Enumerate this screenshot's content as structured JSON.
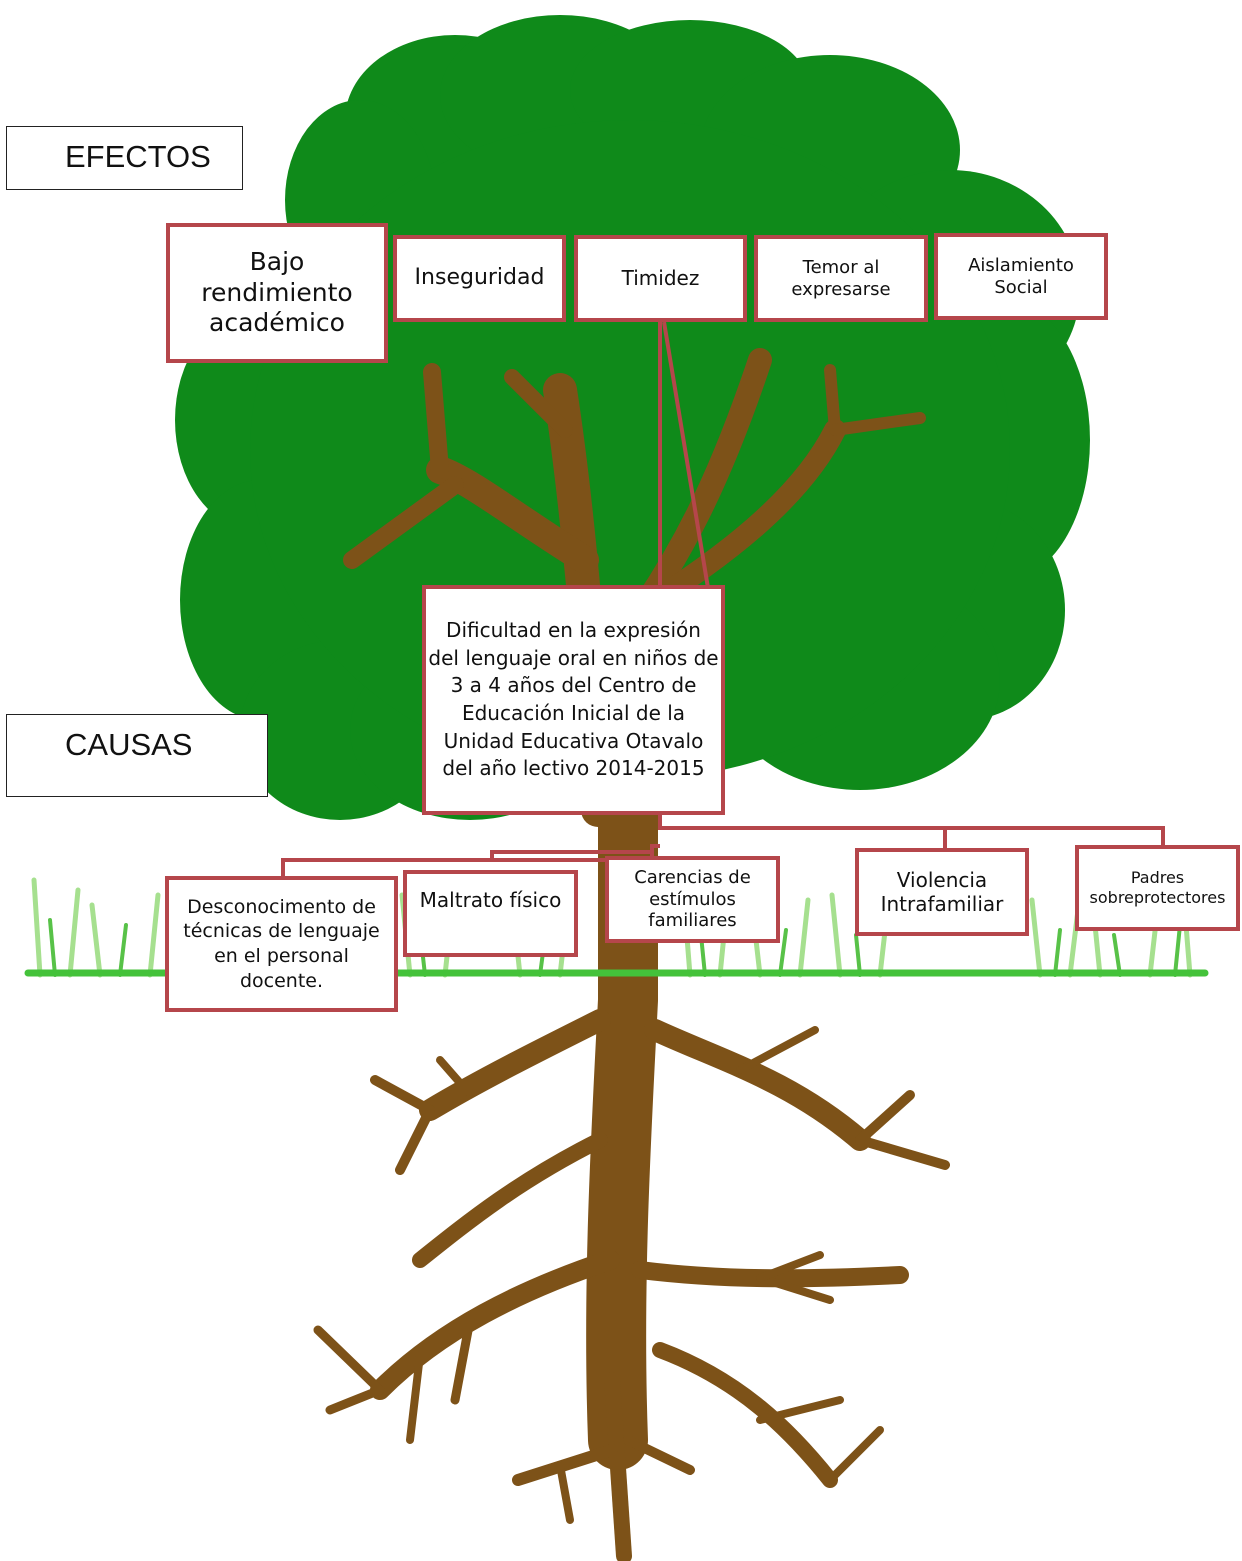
{
  "labels": {
    "effects_header": "EFECTOS",
    "causes_header": "CAUSAS"
  },
  "central_problem": "Dificultad en la expresión del  lenguaje oral en niños de 3 a 4 años del Centro de Educación Inicial de la Unidad Educativa Otavalo del año lectivo 2014-2015",
  "effects": [
    "Bajo rendimiento académico",
    "Inseguridad",
    "Timidez",
    "Temor  al expresarse",
    "Aislamiento Social"
  ],
  "causes": [
    "Desconocimento de técnicas de lenguaje en el personal docente.",
    "Maltrato físico",
    "Carencias de estímulos familiares",
    "Violencia Intrafamiliar",
    "Padres sobreprotectores"
  ],
  "colors": {
    "foliage": "#0f8a1a",
    "wood": "#7d5218",
    "box_border": "#b5464b",
    "grass": "#44c23a"
  }
}
